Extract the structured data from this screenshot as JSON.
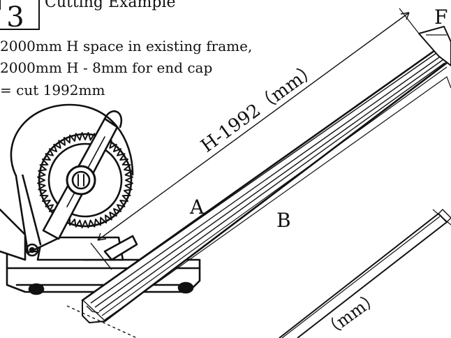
{
  "step": {
    "number": "3",
    "title": "Cutting Example"
  },
  "note": {
    "line1": "2000mm H space in existing frame,",
    "line2": "2000mm H - 8mm for end cap",
    "line3": "= cut 1992mm"
  },
  "labels": {
    "dimension": "H-1992（mm）",
    "part_a": "A",
    "part_b": "B",
    "part_f": "F",
    "lower_unit": "（mm）"
  }
}
